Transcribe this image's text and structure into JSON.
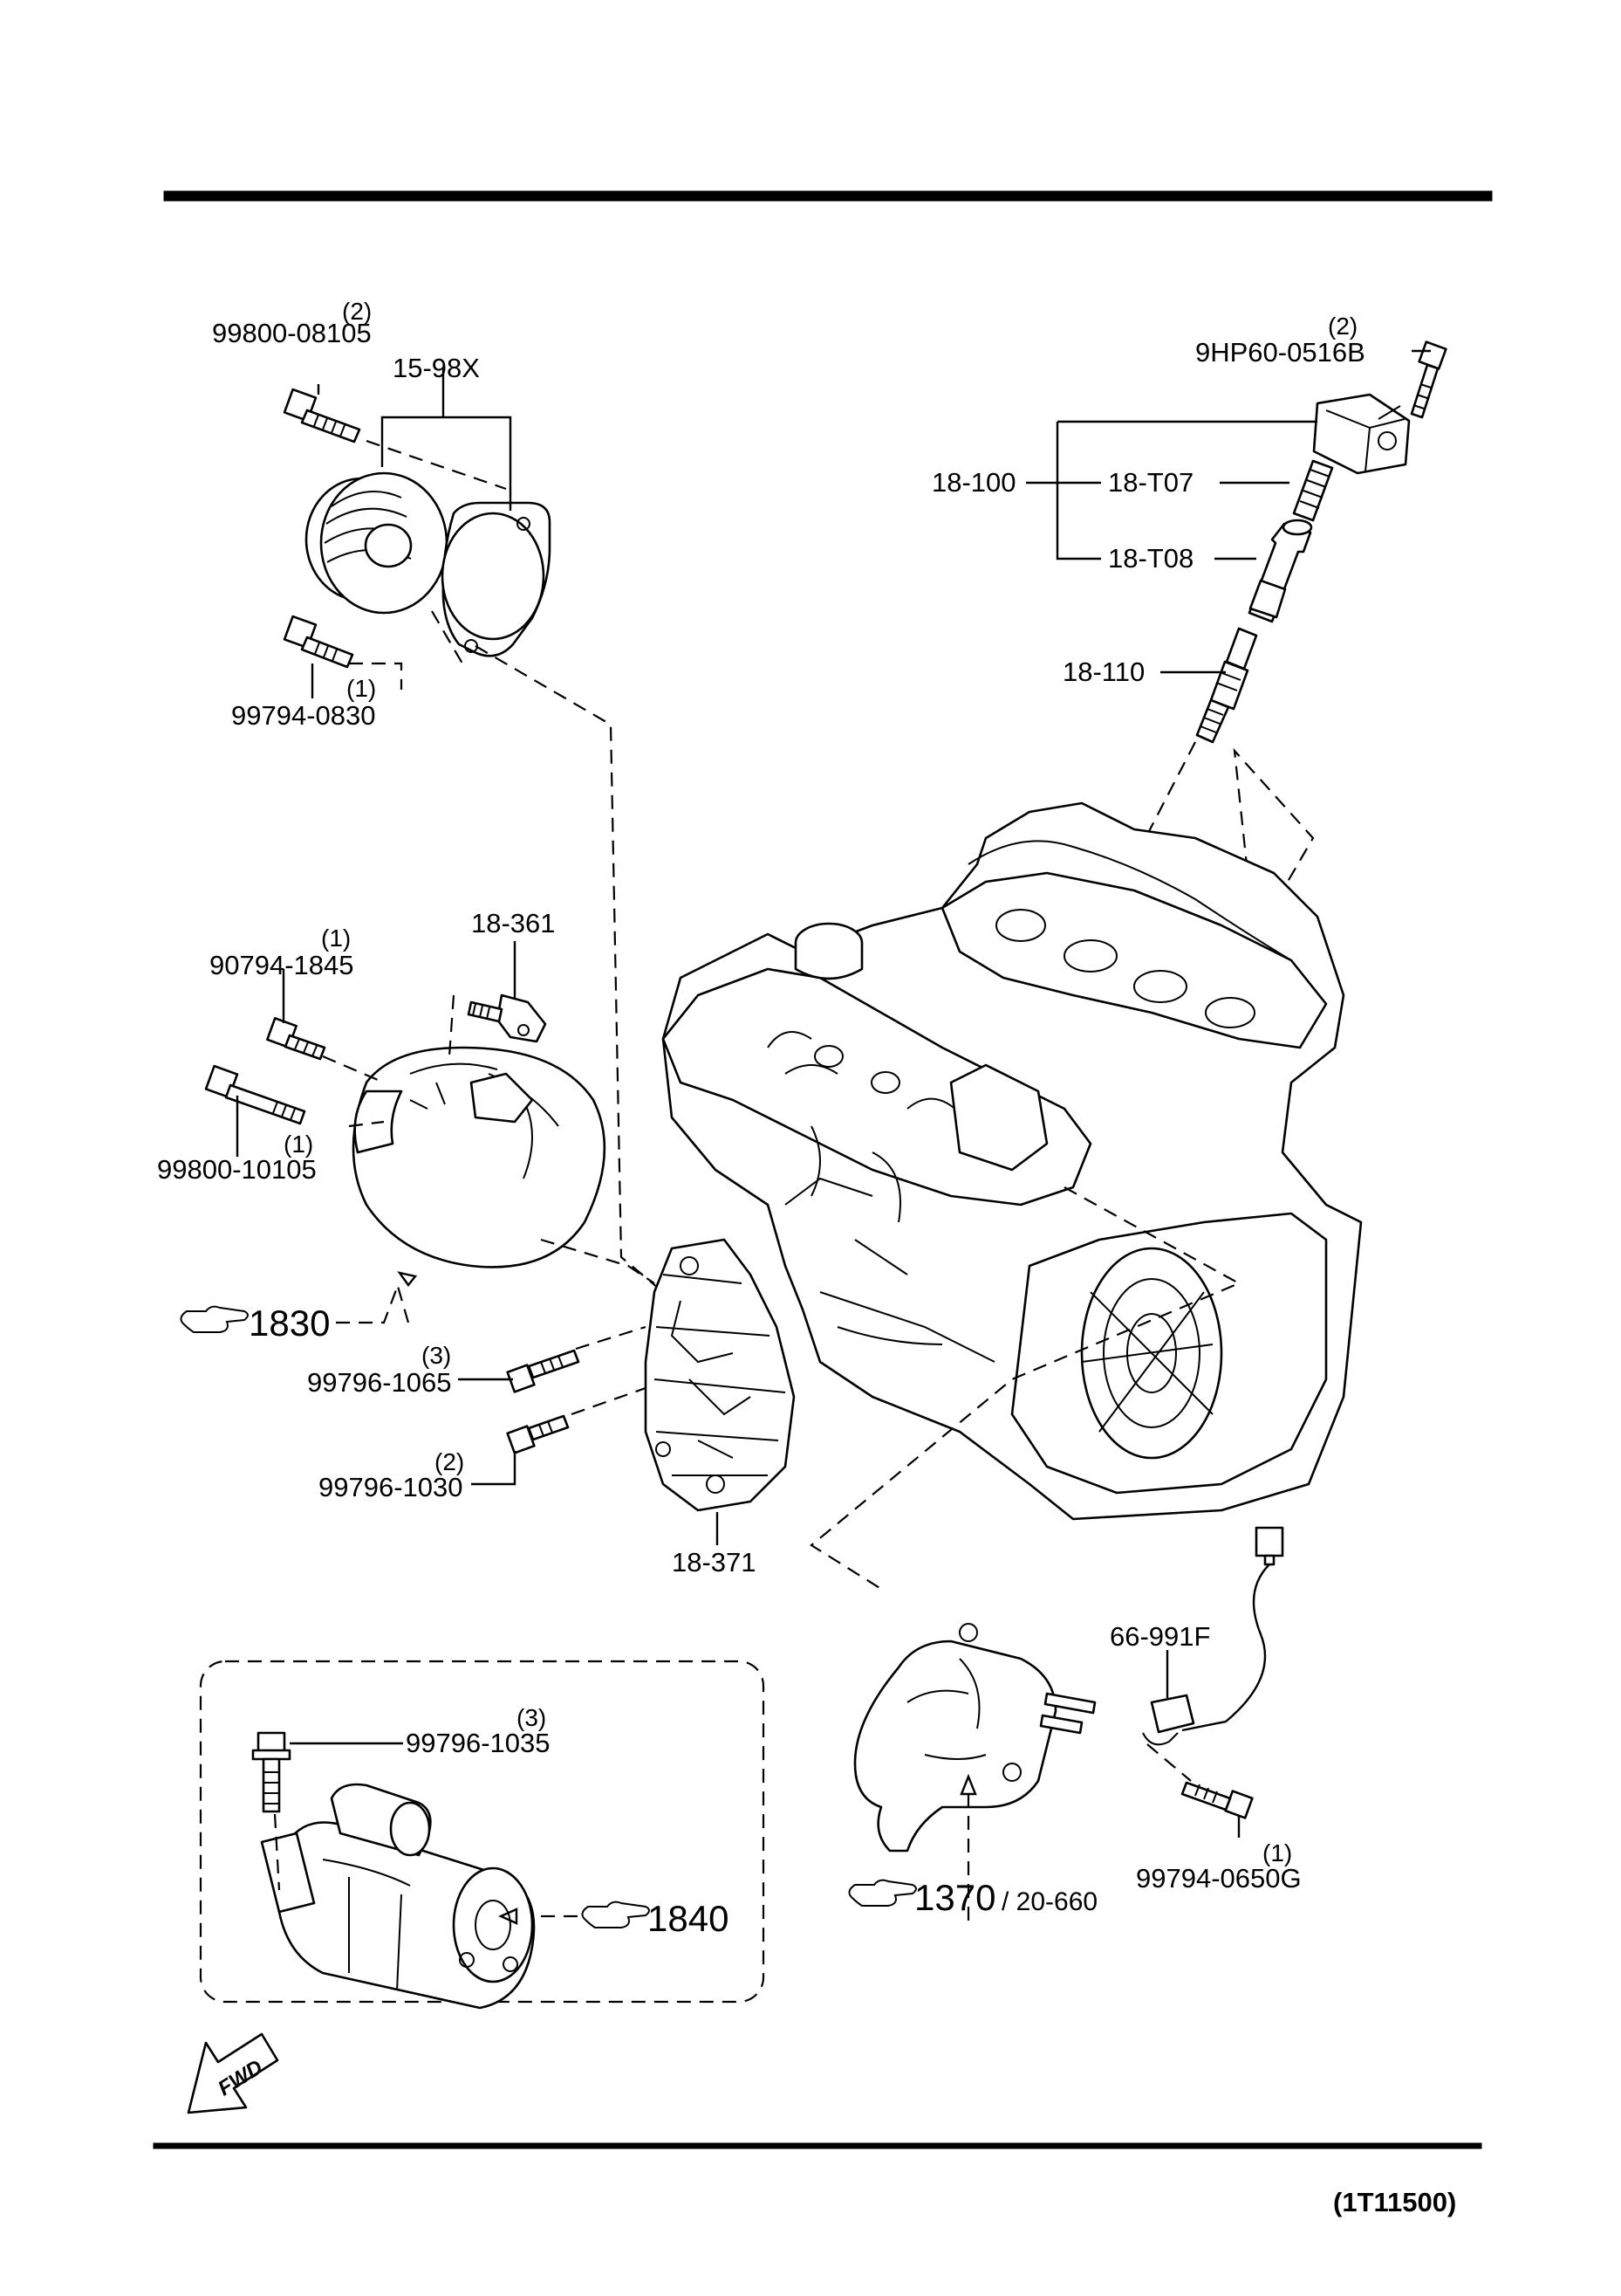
{
  "footer": {
    "code": "(1T11500)"
  },
  "labels": {
    "bolt_99800_08105": "99800-08105",
    "qty_99800_08105": "(2)",
    "pulley_15_98x": "15-98X",
    "bolt_99794_0830": "99794-0830",
    "qty_99794_0830": "(1)",
    "bolt_9hp60_0516b": "9HP60-0516B",
    "qty_9hp60_0516b": "(2)",
    "coil_18_100": "18-100",
    "spring_18_t07": "18-T07",
    "boot_18_t08": "18-T08",
    "plug_18_110": "18-110",
    "sensor_18_361": "18-361",
    "bolt_90794_1845": "90794-1845",
    "qty_90794_1845": "(1)",
    "bolt_99800_10105": "99800-10105",
    "qty_99800_10105": "(1)",
    "ref_1830": "1830",
    "bolt_99796_1065": "99796-1065",
    "qty_99796_1065": "(3)",
    "bolt_99796_1030": "99796-1030",
    "qty_99796_1030": "(2)",
    "bracket_18_371": "18-371",
    "harness_66_991f": "66-991F",
    "bolt_99796_1035": "99796-1035",
    "qty_99796_1035": "(3)",
    "ref_1840": "1840",
    "ref_1370": "1370",
    "ref_20_660": "/ 20-660",
    "bolt_99794_0650g": "99794-0650G",
    "qty_99794_0650g": "(1)",
    "fwd": "FWD"
  }
}
